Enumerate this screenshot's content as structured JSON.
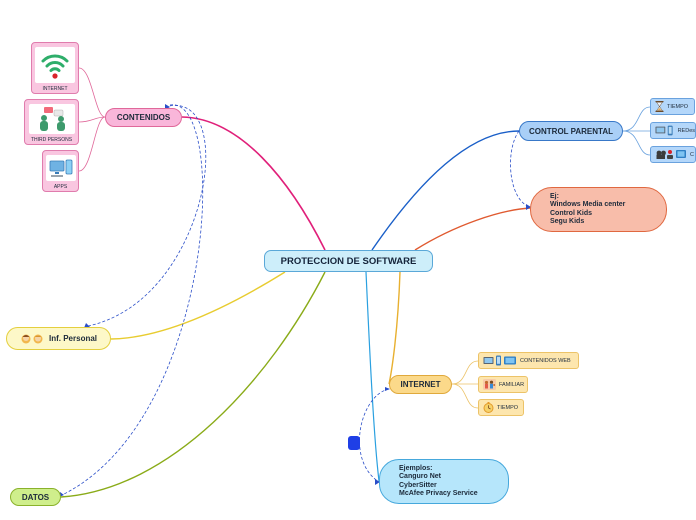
{
  "central": {
    "label": "PROTECCION DE SOFTWARE"
  },
  "branches": {
    "contenidos": {
      "label": "CONTENIDOS",
      "color": "#e0207a"
    },
    "inf_personal": {
      "label": "Inf. Personal",
      "color": "#e8cc30"
    },
    "datos": {
      "label": "DATOS",
      "color": "#8aab18"
    },
    "control_parental": {
      "label": "CONTROL PARENTAL",
      "color": "#1a5fc8"
    },
    "control_example": {
      "label_line1": "Ej:",
      "label_line2": "Windows Media center",
      "label_line3": "Control Kids",
      "label_line4": "Segu Kids",
      "color": "#e05a30"
    },
    "internet": {
      "label": "INTERNET",
      "color": "#e8b030"
    },
    "ejemplos": {
      "label_line1": "Ejemplos:",
      "label_line2": "Canguro Net",
      "label_line3": "CyberSitter",
      "label_line4": "McAfee Privacy Service",
      "color": "#2aa0e0"
    }
  },
  "contenidos_children": [
    {
      "label": "INTERNET",
      "icon": "wifi-icon"
    },
    {
      "label": "THIRD PERSONS",
      "icon": "people-chat-icon"
    },
    {
      "label": "APPS",
      "icon": "devices-icon"
    }
  ],
  "control_children": [
    {
      "label": "TIEMPO",
      "icon": "hourglass-icon"
    },
    {
      "label": "REDes",
      "icon": "computer-icon"
    },
    {
      "label": "C",
      "icon": "media-icon"
    }
  ],
  "internet_children": [
    {
      "label": "CONTENIDOS WEB",
      "icon": "devices-icon"
    },
    {
      "label": "FAMILIAR",
      "icon": "family-icon"
    },
    {
      "label": "TIEMPO",
      "icon": "stopwatch-icon"
    }
  ]
}
